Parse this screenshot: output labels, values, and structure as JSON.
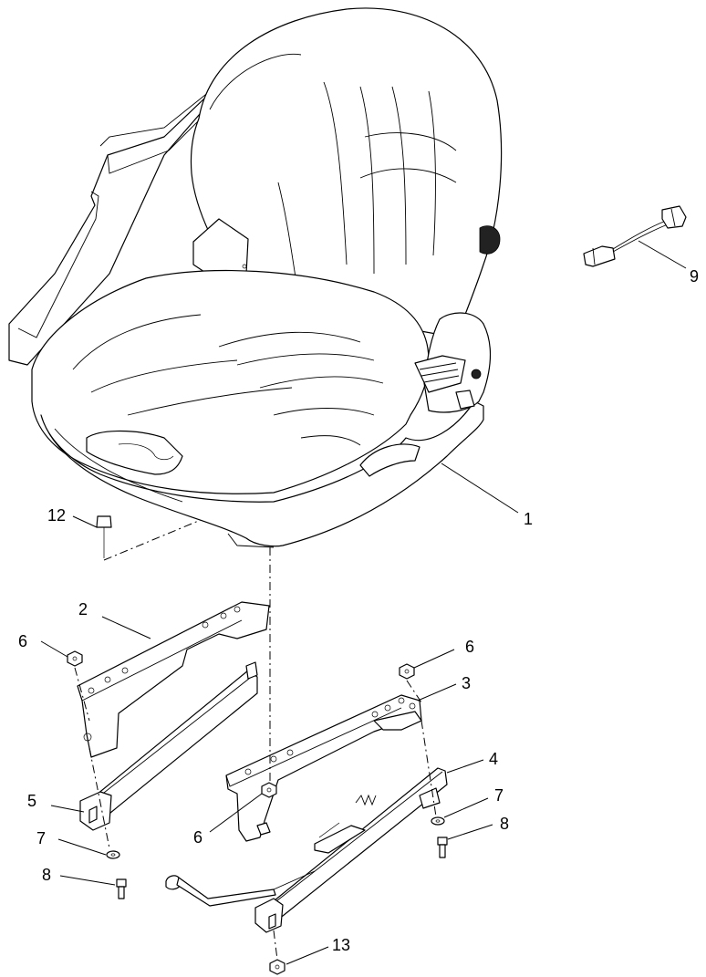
{
  "callouts": [
    {
      "id": "c1",
      "label": "1"
    },
    {
      "id": "c2",
      "label": "2"
    },
    {
      "id": "c3",
      "label": "3"
    },
    {
      "id": "c4",
      "label": "4"
    },
    {
      "id": "c5",
      "label": "5"
    },
    {
      "id": "c6a",
      "label": "6"
    },
    {
      "id": "c6b",
      "label": "6"
    },
    {
      "id": "c6c",
      "label": "6"
    },
    {
      "id": "c7a",
      "label": "7"
    },
    {
      "id": "c7b",
      "label": "7"
    },
    {
      "id": "c8a",
      "label": "8"
    },
    {
      "id": "c8b",
      "label": "8"
    },
    {
      "id": "c9",
      "label": "9"
    },
    {
      "id": "c12",
      "label": "12"
    },
    {
      "id": "c13",
      "label": "13"
    }
  ],
  "parts": {
    "seat": "seat-assembly",
    "left_bracket": "left-mounting-bracket",
    "right_bracket": "right-mounting-bracket",
    "left_rail": "left-seat-slide-rail",
    "right_rail": "right-seat-slide-rail",
    "harness": "seat-switch-harness",
    "lever": "slide-release-lever"
  }
}
